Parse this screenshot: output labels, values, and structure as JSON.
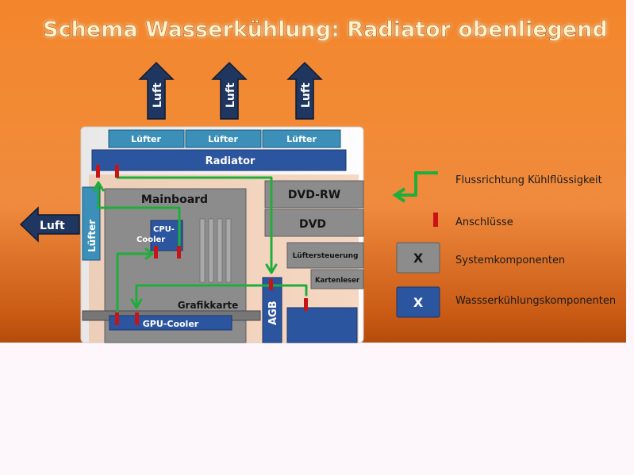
{
  "title": "Schema Wasserkühlung: Radiator obenliegend",
  "arrows_up": [
    "Luft",
    "Luft",
    "Luft"
  ],
  "arrow_left": "Luft",
  "fans_top": [
    "Lüfter",
    "Lüfter",
    "Lüfter"
  ],
  "radiator": "Radiator",
  "fan_side": "Lüfter",
  "mainboard": "Mainboard",
  "cpu_cooler": [
    "CPU-",
    "Cooler"
  ],
  "grafikkarte": "Grafikkarte",
  "gpu_cooler": "GPU-Cooler",
  "drives": [
    "DVD-RW",
    "DVD"
  ],
  "lueftersteuerung": "Lüftersteuerung",
  "kartenleser": "Kartenleser",
  "agb": "AGB",
  "legend": {
    "flow": "Flussrichtung Kühlflüssigkeit",
    "ports": "Anschlüsse",
    "system_symbol": "X",
    "system": "Systemkomponenten",
    "water_symbol": "X",
    "water": "Wassserkühlungskomponenten"
  },
  "colors": {
    "water_component": "#2c55a0",
    "system_component": "#8a8a8a",
    "flow": "#1fae3a",
    "port": "#c81414",
    "fan": "#3b8fb8"
  }
}
